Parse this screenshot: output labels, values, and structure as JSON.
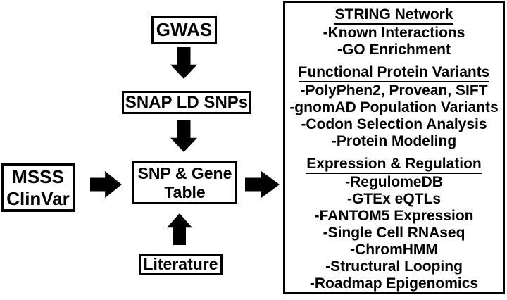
{
  "diagram": {
    "nodes": {
      "gwas": {
        "label": "GWAS"
      },
      "snap_ld_snps": {
        "label": "SNAP LD SNPs"
      },
      "msss_clinvar": {
        "line1": "MSSS",
        "line2": "ClinVar"
      },
      "snp_gene_table": {
        "line1": "SNP & Gene",
        "line2": "Table"
      },
      "literature": {
        "label": "Literature"
      }
    },
    "connections": [
      {
        "from": "GWAS",
        "to": "SNAP LD SNPs"
      },
      {
        "from": "SNAP LD SNPs",
        "to": "SNP & Gene Table"
      },
      {
        "from": "MSSS ClinVar",
        "to": "SNP & Gene Table"
      },
      {
        "from": "Literature",
        "to": "SNP & Gene Table"
      },
      {
        "from": "SNP & Gene Table",
        "to": "Analysis Panel"
      }
    ]
  },
  "analysis_panel": {
    "sections": [
      {
        "title": "STRING Network",
        "items": [
          "-Known Interactions",
          "-GO Enrichment"
        ]
      },
      {
        "title": "Functional Protein Variants",
        "items": [
          "-PolyPhen2, Provean, SIFT",
          "-gnomAD Population Variants",
          "-Codon Selection Analysis",
          "-Protein Modeling"
        ]
      },
      {
        "title": "Expression & Regulation",
        "items": [
          "-RegulomeDB",
          "-GTEx eQTLs",
          "-FANTOM5 Expression",
          "-Single Cell RNAseq",
          "-ChromHMM",
          "-Structural Looping",
          "-Roadmap Epigenomics"
        ]
      }
    ]
  },
  "colors": {
    "ink": "#000000",
    "paper": "#ffffff"
  }
}
